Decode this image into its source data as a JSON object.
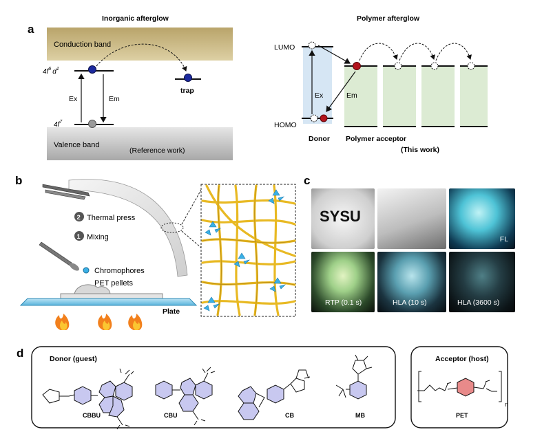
{
  "panel_a": {
    "label": "a",
    "inorganic_title": "Inorganic afterglow",
    "polymer_title": "Polymer afterglow",
    "conduction_band": "Conduction band",
    "valence_band": "Valence band",
    "reference_work": "(Reference work)",
    "level_upper": "4f",
    "level_upper_sup1": "6",
    "level_upper_d": "d",
    "level_upper_sup2": "1",
    "level_lower": "4f",
    "level_lower_sup": "7",
    "ex": "Ex",
    "em": "Em",
    "trap": "trap",
    "lumo": "LUMO",
    "homo": "HOMO",
    "donor": "Donor",
    "ex2": "Ex",
    "em2": "Em",
    "polymer_acceptor": "Polymer acceptor",
    "this_work": "(This work)"
  },
  "panel_b": {
    "label": "b",
    "step2_num": "2",
    "step2": "Thermal press",
    "step1_num": "1",
    "step1": "Mixing",
    "chromophores": "Chromophores",
    "pet_pellets": "PET pellets",
    "plate": "Plate"
  },
  "panel_c": {
    "label": "c",
    "sysu": "SYSU",
    "fl": "FL",
    "rtp": "RTP (0.1 s)",
    "hla10": "HLA (10 s)",
    "hla3600": "HLA (3600 s)"
  },
  "panel_d": {
    "label": "d",
    "donor_title": "Donor (guest)",
    "acceptor_title": "Acceptor (host)",
    "molecules": [
      "CBBU",
      "CBU",
      "CB",
      "MB"
    ],
    "pet": "PET",
    "n": "n"
  },
  "colors": {
    "conduction": "#c9b57a",
    "valence": "#bcbcbc",
    "donor_fill": "#d6e6f4",
    "acceptor_fill": "#dcebd3",
    "fiber": "#e8b923",
    "chromophore": "#3ab0e6",
    "benzene": "#c8c8f0",
    "pet_ring": "#e88a8a"
  }
}
